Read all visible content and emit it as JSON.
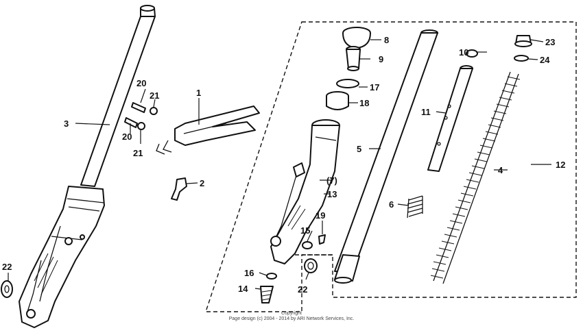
{
  "callouts": {
    "p1": "1",
    "p2": "2",
    "p3": "3",
    "p4": "4",
    "p5": "5",
    "p6": "6",
    "p7": "(7)",
    "p8": "8",
    "p9": "9",
    "p10": "10",
    "p11": "11",
    "p12": "12",
    "p13": "13",
    "p14": "14",
    "p15": "15",
    "p16": "16",
    "p17": "17",
    "p18": "18",
    "p19": "19",
    "p20a": "20",
    "p20b": "20",
    "p21a": "21",
    "p21b": "21",
    "p22a": "22",
    "p22b": "22",
    "p23": "23",
    "p24": "24"
  },
  "copyright": {
    "line1": "Copyright",
    "line2": "Page design (c) 2004 - 2014 by ARI Network Services, Inc."
  }
}
